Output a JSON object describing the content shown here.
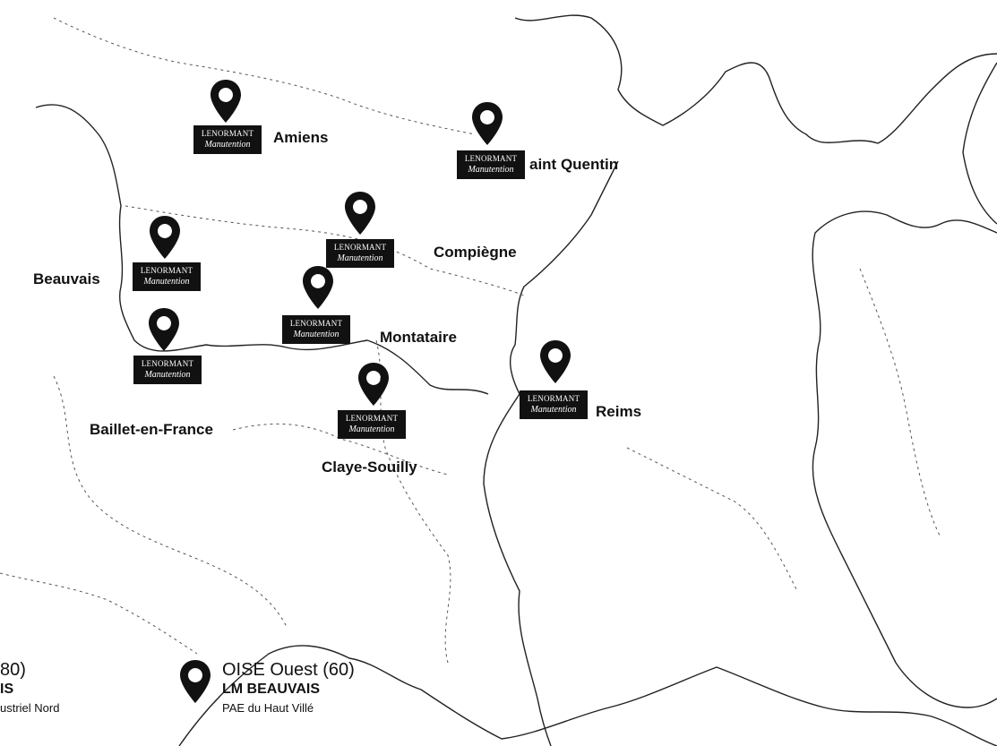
{
  "brand": {
    "logo_line1": "LENORMANT",
    "logo_line2": "Manutention",
    "pin_color": "#111111"
  },
  "map": {
    "border_color": "#222222",
    "cities": [
      {
        "id": "amiens",
        "label": "Amiens",
        "has_store": true
      },
      {
        "id": "saint-quentin",
        "label": "aint Quentin",
        "has_store": true
      },
      {
        "id": "compiegne",
        "label": "Compiègne",
        "has_store": true
      },
      {
        "id": "beauvais",
        "label": "Beauvais",
        "has_store": true
      },
      {
        "id": "montataire",
        "label": "Montataire",
        "has_store": true
      },
      {
        "id": "baillet",
        "label": "Baillet-en-France",
        "has_store": true
      },
      {
        "id": "claye",
        "label": "Claye-Souilly",
        "has_store": true
      },
      {
        "id": "reims",
        "label": "Reims",
        "has_store": true
      }
    ]
  },
  "legend": [
    {
      "region": "80)",
      "store": "IS",
      "address": "ustriel Nord",
      "has_pin": false
    },
    {
      "region": "OISE Ouest (60)",
      "store": "LM BEAUVAIS",
      "address": "PAE du Haut Villé",
      "has_pin": true
    }
  ]
}
